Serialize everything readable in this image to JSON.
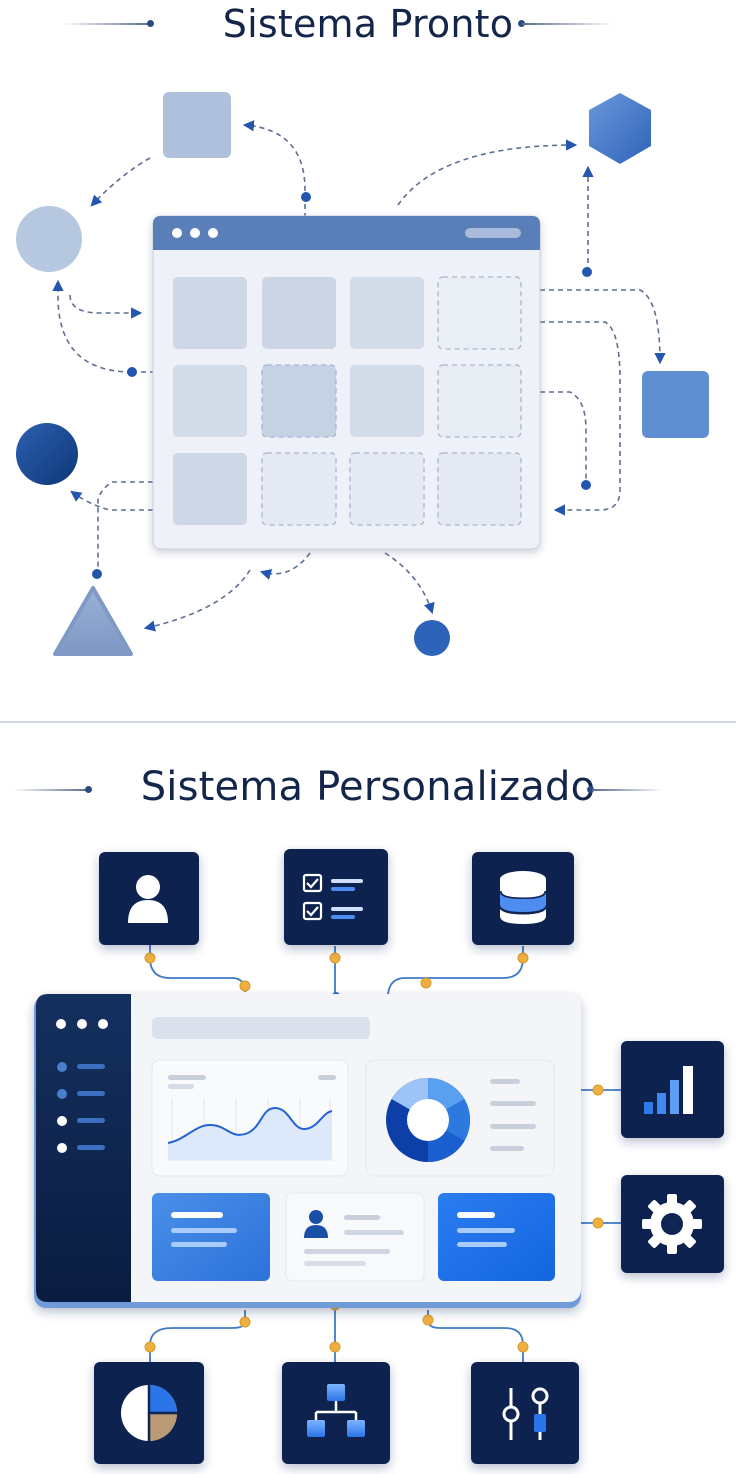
{
  "titles": {
    "ready": "Sistema Pronto",
    "custom": "Sistema Personalizado"
  },
  "colors": {
    "navy": "#0f2450",
    "accent_blue": "#1f6de0",
    "connector_gold": "#f0b040",
    "pale_blue": "#9fb6d8"
  },
  "ready_system": {
    "window_dots": 3,
    "peripheral_shapes": [
      "square-shape",
      "hexagon-shape",
      "circle-shape",
      "square-shape",
      "circle-shape",
      "triangle-shape",
      "circle-shape"
    ]
  },
  "custom_system": {
    "top_modules": [
      "user-icon",
      "checklist-icon",
      "database-icon"
    ],
    "right_modules": [
      "bar-chart-icon",
      "gear-icon"
    ],
    "bottom_modules": [
      "pie-chart-icon",
      "hierarchy-icon",
      "sliders-icon"
    ]
  }
}
